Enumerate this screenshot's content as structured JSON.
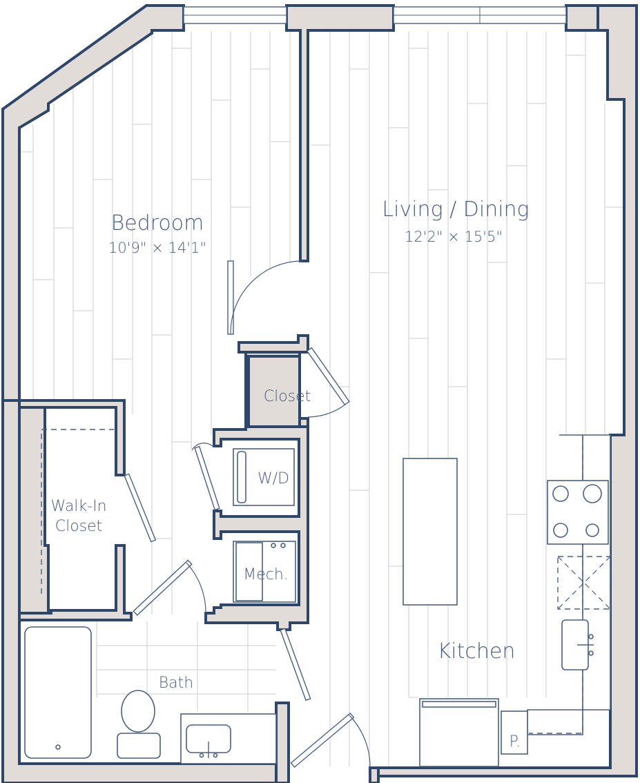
{
  "rooms": {
    "bedroom": {
      "name": "Bedroom",
      "dims": "10'9\" × 14'1\""
    },
    "living": {
      "name": "Living / Dining",
      "dims": "12'2\" × 15'5\""
    },
    "closet": {
      "name": "Closet"
    },
    "wd": {
      "name": "W/D"
    },
    "walkin": {
      "line1": "Walk-In",
      "line2": "Closet"
    },
    "mech": {
      "name": "Mech."
    },
    "bath": {
      "name": "Bath"
    },
    "kitchen": {
      "name": "Kitchen"
    },
    "pantry": {
      "name": "P."
    }
  },
  "colors": {
    "wall_outline": "#2e4668",
    "wall_fill": "#e2dcd9",
    "label": "#4a5f80",
    "floor_lines": "#d4d8de"
  }
}
